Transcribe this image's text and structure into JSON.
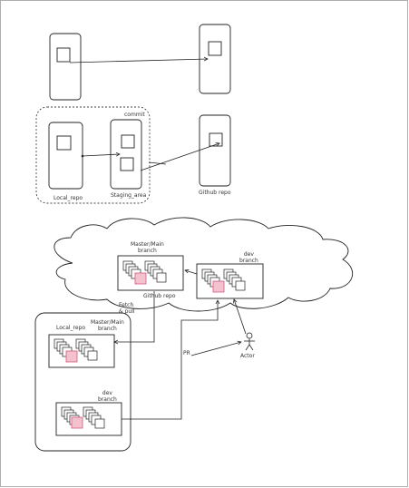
{
  "colors": {
    "stroke": "#222222",
    "highlight_fill": "#f4c2cf",
    "highlight_stroke": "#d6577a",
    "frame": "#9a9a9a"
  },
  "labels": {
    "commit": "commit",
    "local_repo_top": "Local_repo",
    "staging_area": "Staging_area",
    "github_repo_top": "Github repo",
    "master_main_branch_top": "Master/Main\nbranch",
    "dev_branch_top": "dev\nbranch",
    "github_repo_cloud": "Github repo",
    "fetch_pull": "Fetch\n& pull",
    "local_repo_bottom": "Local_repo",
    "master_main_branch_bottom": "Master/Main\nbranch",
    "dev_branch_bottom": "dev\nbranch",
    "pr": "PR",
    "actor": "Actor"
  }
}
